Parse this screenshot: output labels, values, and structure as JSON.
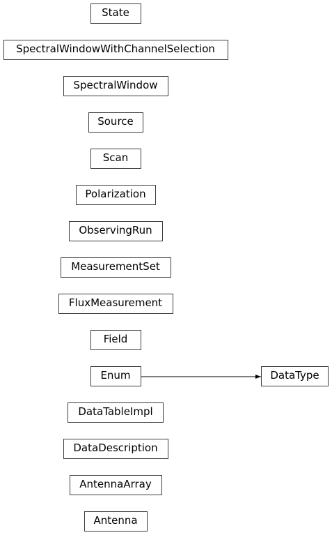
{
  "diagram": {
    "nodes": [
      {
        "id": "state",
        "label": "State"
      },
      {
        "id": "spw-chan",
        "label": "SpectralWindowWithChannelSelection"
      },
      {
        "id": "spw",
        "label": "SpectralWindow"
      },
      {
        "id": "source",
        "label": "Source"
      },
      {
        "id": "scan",
        "label": "Scan"
      },
      {
        "id": "polarization",
        "label": "Polarization"
      },
      {
        "id": "observing-run",
        "label": "ObservingRun"
      },
      {
        "id": "measurement-set",
        "label": "MeasurementSet"
      },
      {
        "id": "flux-measurement",
        "label": "FluxMeasurement"
      },
      {
        "id": "field",
        "label": "Field"
      },
      {
        "id": "enum",
        "label": "Enum"
      },
      {
        "id": "datatype",
        "label": "DataType"
      },
      {
        "id": "datatable-impl",
        "label": "DataTableImpl"
      },
      {
        "id": "data-description",
        "label": "DataDescription"
      },
      {
        "id": "antenna-array",
        "label": "AntennaArray"
      },
      {
        "id": "antenna",
        "label": "Antenna"
      }
    ],
    "edges": [
      {
        "from": "enum",
        "to": "datatype"
      }
    ]
  }
}
